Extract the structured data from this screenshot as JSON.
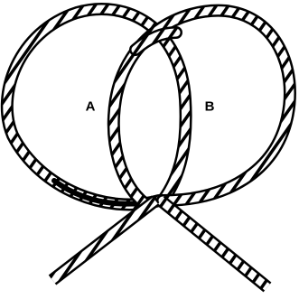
{
  "figure": {
    "loops": [
      {
        "id": "A",
        "label": "A"
      },
      {
        "id": "B",
        "label": "B"
      }
    ],
    "colors": {
      "ink": "#000000",
      "paper": "#ffffff"
    }
  }
}
